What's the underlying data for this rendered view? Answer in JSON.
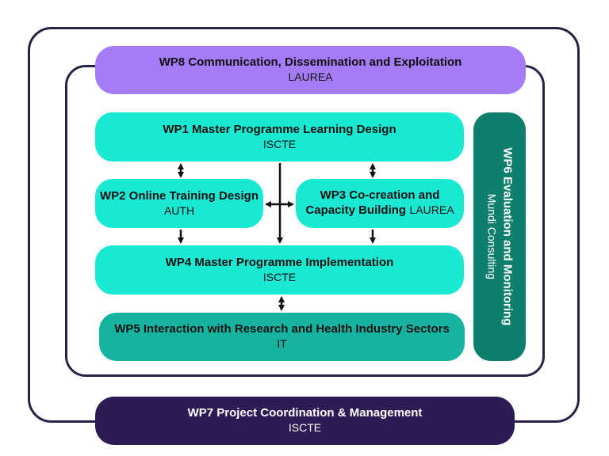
{
  "colors": {
    "frame": "#2b2146",
    "wp8": "#a47cf7",
    "wp1_wp4": "#19e8d3",
    "wp5": "#15b3a0",
    "wp6": "#0e7f6c",
    "wp7": "#2c1b55",
    "wp7_text": "#ffffff",
    "arrow": "#111111"
  },
  "wp8": {
    "title": "WP8 Communication, Dissemination and Exploitation",
    "lead": "LAUREA"
  },
  "wp1": {
    "title": "WP1 Master Programme Learning Design",
    "lead": "ISCTE"
  },
  "wp2": {
    "title": "WP2 Online Training Design",
    "lead": "AUTH"
  },
  "wp3": {
    "title_line1": "WP3 Co-creation and",
    "title_line2": "Capacity Building",
    "lead": "LAUREA"
  },
  "wp4": {
    "title": "WP4 Master Programme Implementation",
    "lead": "ISCTE"
  },
  "wp5": {
    "title": "WP5 Interaction with Research and Health Industry Sectors",
    "lead": "IT"
  },
  "wp6": {
    "title": "WP6 Evaluation and Monitoring",
    "lead": "Mundi Consulting"
  },
  "wp7": {
    "title": "WP7 Project Coordination & Management",
    "lead": "ISCTE"
  }
}
